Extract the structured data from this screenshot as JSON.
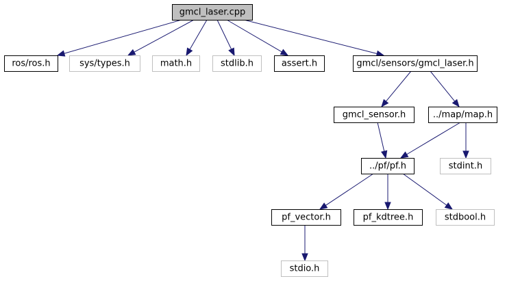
{
  "graph": {
    "root": "gmcl_laser.cpp",
    "nodes": [
      {
        "id": "gmcl_laser_cpp",
        "label": "gmcl_laser.cpp",
        "style": "root"
      },
      {
        "id": "ros_ros_h",
        "label": "ros/ros.h",
        "style": "documented"
      },
      {
        "id": "sys_types_h",
        "label": "sys/types.h",
        "style": "external"
      },
      {
        "id": "math_h",
        "label": "math.h",
        "style": "external"
      },
      {
        "id": "stdlib_h",
        "label": "stdlib.h",
        "style": "external"
      },
      {
        "id": "assert_h",
        "label": "assert.h",
        "style": "documented"
      },
      {
        "id": "gmcl_sensors_gmcl_laser_h",
        "label": "gmcl/sensors/gmcl_laser.h",
        "style": "documented"
      },
      {
        "id": "gmcl_sensor_h",
        "label": "gmcl_sensor.h",
        "style": "documented"
      },
      {
        "id": "map_map_h",
        "label": "../map/map.h",
        "style": "documented"
      },
      {
        "id": "pf_pf_h",
        "label": "../pf/pf.h",
        "style": "documented"
      },
      {
        "id": "stdint_h",
        "label": "stdint.h",
        "style": "external"
      },
      {
        "id": "pf_vector_h",
        "label": "pf_vector.h",
        "style": "documented"
      },
      {
        "id": "pf_kdtree_h",
        "label": "pf_kdtree.h",
        "style": "documented"
      },
      {
        "id": "stdbool_h",
        "label": "stdbool.h",
        "style": "external"
      },
      {
        "id": "stdio_h",
        "label": "stdio.h",
        "style": "external"
      }
    ],
    "edges": [
      {
        "from": "gmcl_laser_cpp",
        "to": "ros_ros_h"
      },
      {
        "from": "gmcl_laser_cpp",
        "to": "sys_types_h"
      },
      {
        "from": "gmcl_laser_cpp",
        "to": "math_h"
      },
      {
        "from": "gmcl_laser_cpp",
        "to": "stdlib_h"
      },
      {
        "from": "gmcl_laser_cpp",
        "to": "assert_h"
      },
      {
        "from": "gmcl_laser_cpp",
        "to": "gmcl_sensors_gmcl_laser_h"
      },
      {
        "from": "gmcl_sensors_gmcl_laser_h",
        "to": "gmcl_sensor_h"
      },
      {
        "from": "gmcl_sensors_gmcl_laser_h",
        "to": "map_map_h"
      },
      {
        "from": "gmcl_sensor_h",
        "to": "pf_pf_h"
      },
      {
        "from": "map_map_h",
        "to": "pf_pf_h"
      },
      {
        "from": "map_map_h",
        "to": "stdint_h"
      },
      {
        "from": "pf_pf_h",
        "to": "pf_vector_h"
      },
      {
        "from": "pf_pf_h",
        "to": "pf_kdtree_h"
      },
      {
        "from": "pf_pf_h",
        "to": "stdbool_h"
      },
      {
        "from": "pf_vector_h",
        "to": "stdio_h"
      }
    ]
  },
  "colors": {
    "edge": "#191970",
    "root_fill": "#bfbfbf",
    "root_stroke": "#000000",
    "documented_fill": "#ffffff",
    "documented_stroke": "#000000",
    "external_fill": "#ffffff",
    "external_stroke": "#bfbfbf",
    "text": "#000000"
  }
}
